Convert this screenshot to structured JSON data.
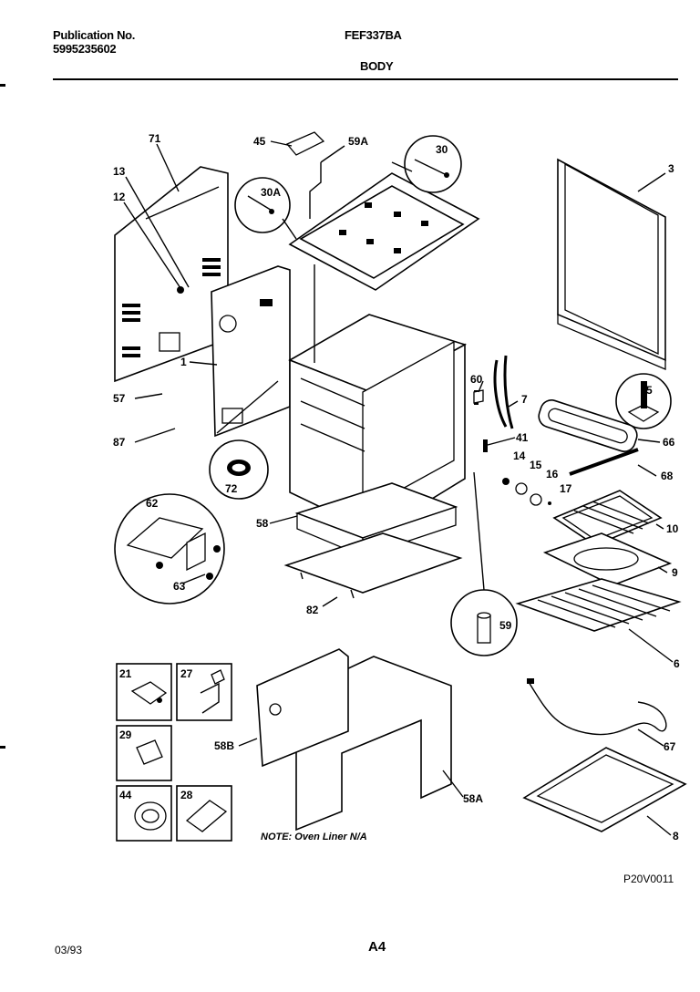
{
  "header": {
    "publication_label": "Publication No.",
    "publication_number": "5995235602",
    "model": "FEF337BA",
    "section": "BODY"
  },
  "labels": {
    "l71": "71",
    "l13": "13",
    "l12": "12",
    "l45": "45",
    "l59a": "59A",
    "l30": "30",
    "l30a": "30A",
    "l3": "3",
    "l1": "1",
    "l57": "57",
    "l87": "87",
    "l60": "60",
    "l7": "7",
    "l5": "5",
    "l41": "41",
    "l66": "66",
    "l14": "14",
    "l15": "15",
    "l16": "16",
    "l17": "17",
    "l68": "68",
    "l72": "72",
    "l62": "62",
    "l58": "58",
    "l10": "10",
    "l9": "9",
    "l63": "63",
    "l82": "82",
    "l59": "59",
    "l6": "6",
    "l21": "21",
    "l27": "27",
    "l29": "29",
    "l44": "44",
    "l28": "28",
    "l58b": "58B",
    "l58a": "58A",
    "l67": "67",
    "l8": "8"
  },
  "footer": {
    "note": "NOTE: Oven Liner N/A",
    "diagram_code": "P20V0011",
    "date": "03/93",
    "page": "A4"
  }
}
